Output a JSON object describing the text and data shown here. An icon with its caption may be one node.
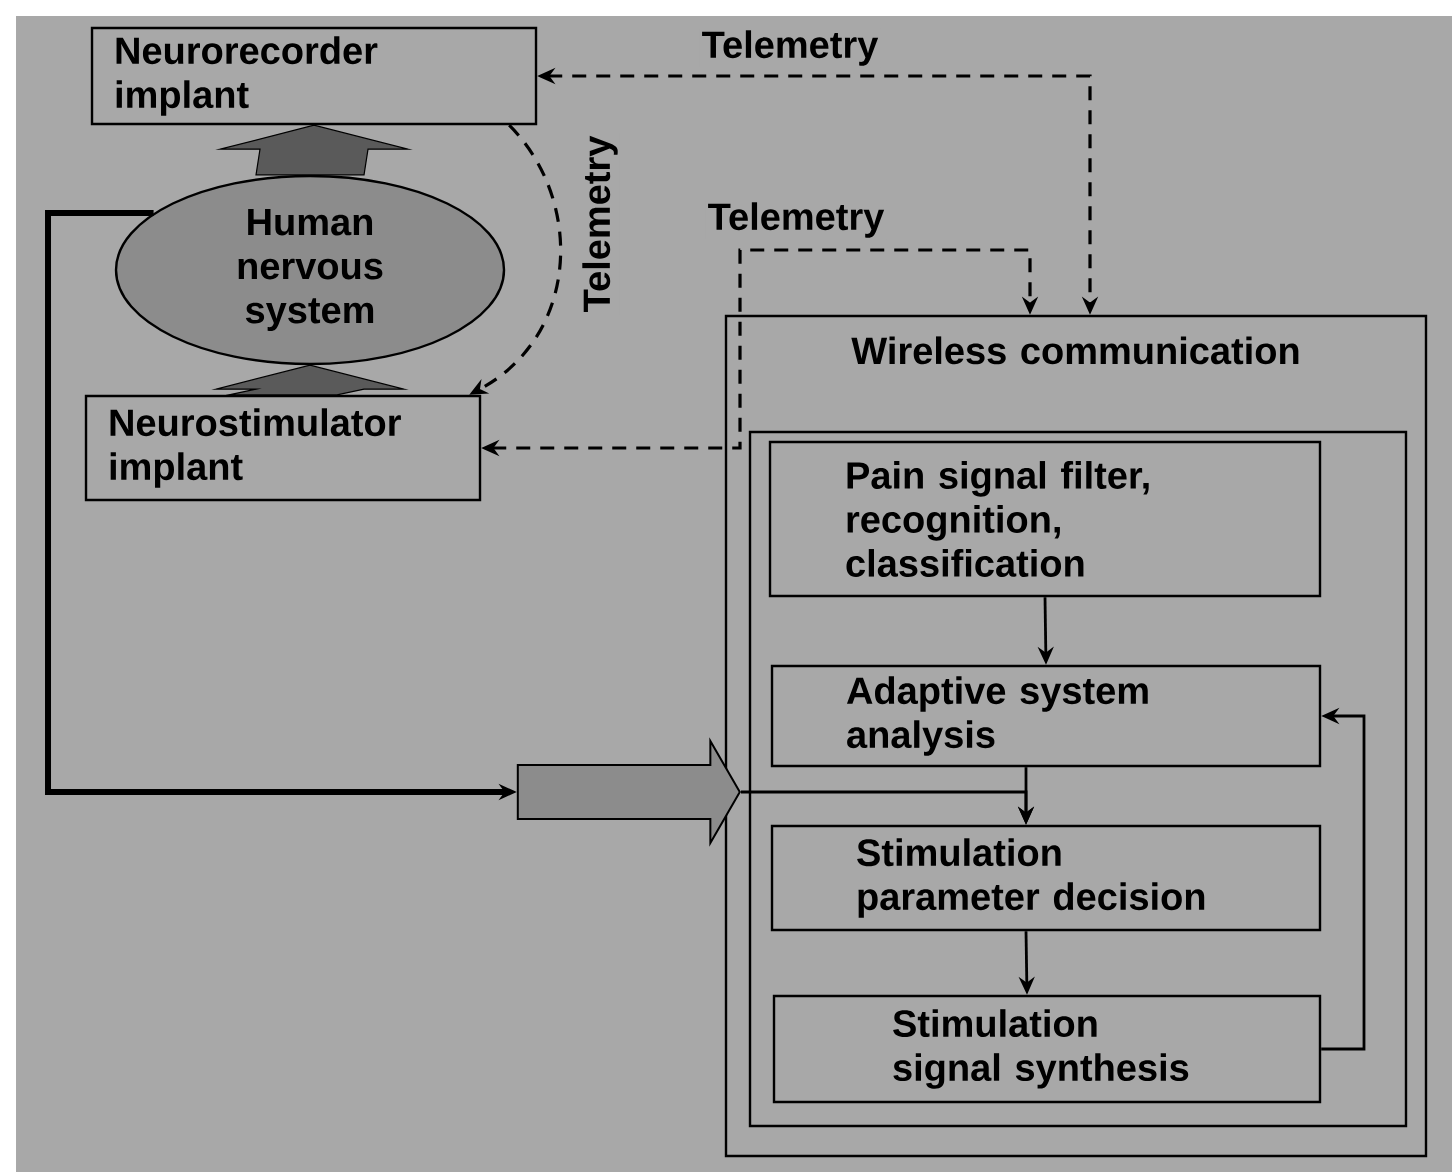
{
  "diagram": {
    "nodes": [
      {
        "text": [
          "Neurorecorder implant"
        ]
      },
      {
        "text": [
          "Human nervous system"
        ]
      },
      {
        "text": [
          "Neurostimulator implant"
        ]
      },
      {
        "text": [
          "Wireless communication"
        ]
      },
      {
        "text": [],
        "shape": "box",
        "in": 3
      },
      {
        "text": [
          "Pain signal filter, recognition, classification"
        ],
        "in": 4
      },
      {
        "text": [
          "Adaptive system analysis"
        ],
        "in": 4
      },
      {
        "text": [
          "Stimulation parameter decision"
        ],
        "in": 4
      },
      {
        "text": [
          "Stimulation signal synthesis"
        ],
        "in": 4
      },
      {
        "text": [],
        "shape": "arrow"
      }
    ],
    "edges": [
      {
        "from": 0,
        "to": 3,
        "arrow": "both",
        "style": "dashed",
        "label": "Telemetry"
      },
      {
        "from": 2,
        "to": 3,
        "arrow": "both",
        "style": "dashed",
        "label": "Telemetry"
      },
      {
        "from": 0,
        "to": 2,
        "arrow": "to",
        "style": "dashed",
        "label": "Telemetry"
      },
      {
        "from": 2,
        "to": 1,
        "arrow": "to",
        "style": "thick",
        "color": "#5a5a5a"
      },
      {
        "from": 1,
        "to": 0,
        "arrow": "to",
        "style": "thick",
        "color": "#5a5a5a"
      },
      {
        "from": 1,
        "to": 9,
        "arrow": "to",
        "style": "thick"
      },
      {
        "from": 9,
        "to": 7,
        "arrow": "to"
      },
      {
        "from": 5,
        "to": 6,
        "arrow": "to"
      },
      {
        "from": 6,
        "to": 7,
        "arrow": "to"
      },
      {
        "from": 7,
        "to": 8,
        "arrow": "to"
      },
      {
        "from": 8,
        "to": 6,
        "arrow": "to"
      }
    ]
  }
}
